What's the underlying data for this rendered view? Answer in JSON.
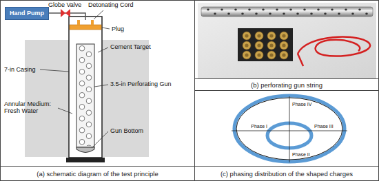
{
  "diagram": {
    "nodes": [
      {
        "text": [
          "(a) schematic diagram of the test principle"
        ]
      },
      {
        "text": [
          "Hand Pump"
        ],
        "in": 0
      },
      {
        "text": [
          "(b) perforating gun string"
        ]
      },
      {
        "text": [
          "(c) phasing distribution of the shaped charges"
        ]
      }
    ],
    "labels": [
      "Globe Valve",
      "Detonating Cord",
      "Plug",
      "Cement Target",
      "7-in Casing",
      "3.5-in Perforating Gun",
      "Annular Medium: Fresh Water",
      "Gun Bottom",
      "Phase IV",
      "Phase I",
      "Phase III",
      "Phase II"
    ]
  }
}
